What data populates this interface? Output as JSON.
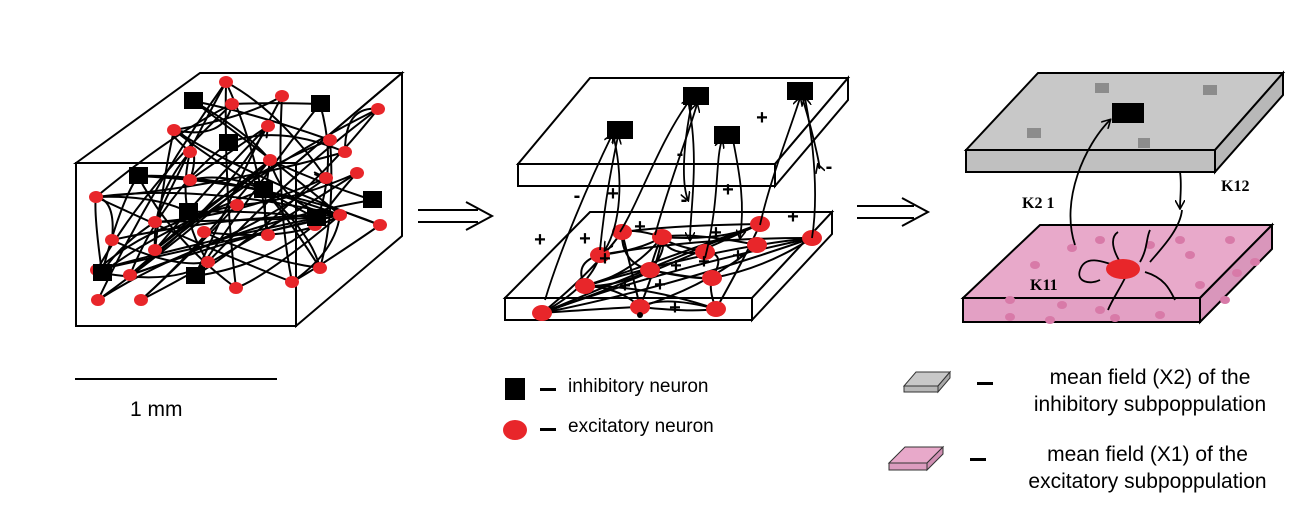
{
  "scale_bar": {
    "label": "1 mm"
  },
  "panel2": {
    "signs": [
      "+",
      "+",
      "+",
      "-",
      "-",
      "+",
      "-",
      "+",
      "+",
      "+",
      "+",
      "+",
      "+",
      "+",
      "+",
      "+",
      "+",
      "+",
      "-"
    ]
  },
  "panel3": {
    "k21": "K2 1",
    "k12": "K12",
    "k11": "K11"
  },
  "legend": {
    "inhibitory": "inhibitory neuron",
    "excitatory": "excitatory neuron",
    "mean_x2_line1": "mean field  (X2)  of the",
    "mean_x2_line2": "inhibitory subpoppulation",
    "mean_x1_line1": "mean field  (X1)  of the",
    "mean_x1_line2": "excitatory subpoppulation"
  },
  "colors": {
    "excitatory": "#e8262a",
    "inhibitory": "#000000",
    "mean_field_x2": "#c6c6c6",
    "mean_field_x1": "#e6a8c8"
  }
}
